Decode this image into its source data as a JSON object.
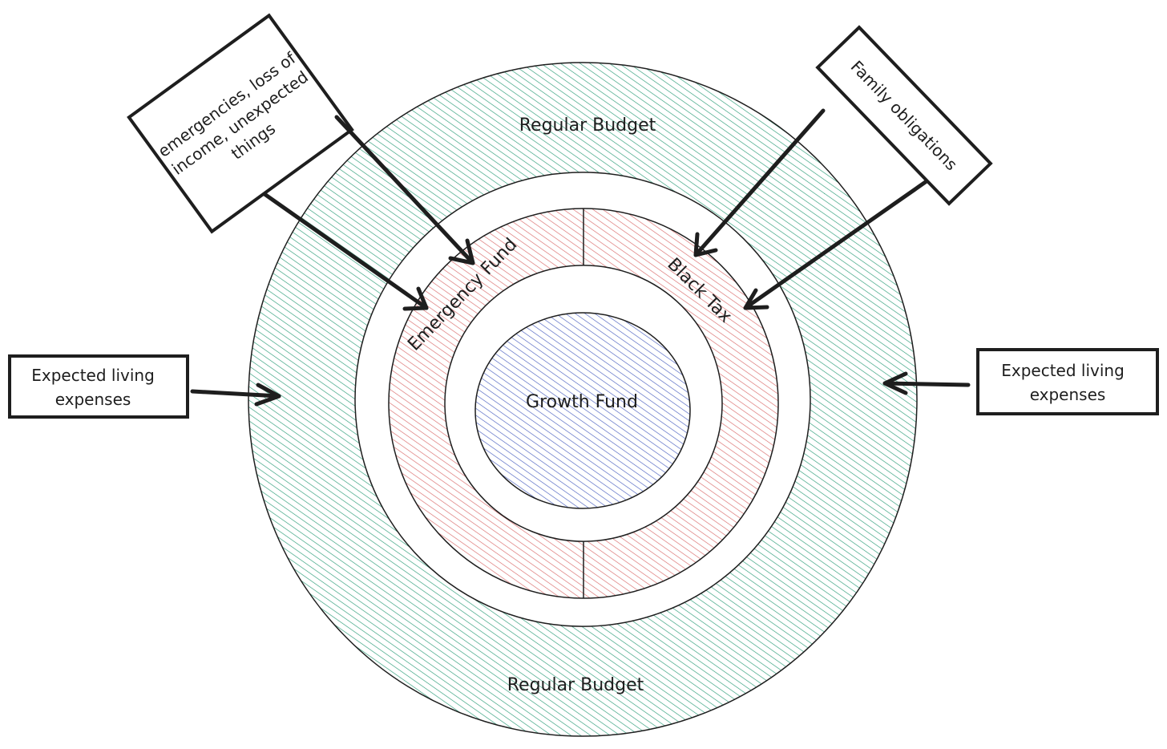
{
  "diagram": {
    "rings": {
      "outer": {
        "label_top": "Regular Budget",
        "label_bottom": "Regular Budget",
        "color": "#2b9c78"
      },
      "middle": {
        "left_label": "Emergency Fund",
        "right_label": "Black Tax",
        "color": "#d96a6a"
      },
      "inner": {
        "label": "Growth Fund",
        "color": "#4a5fc0"
      }
    },
    "callouts": {
      "emergencies": {
        "lines": [
          "emergencies, loss of",
          "income, unexpected",
          "things"
        ]
      },
      "family": {
        "lines": [
          "Family obligations"
        ]
      },
      "left_expenses": {
        "lines": [
          "Expected living",
          "expenses"
        ]
      },
      "right_expenses": {
        "lines": [
          "Expected living",
          "expenses"
        ]
      }
    },
    "stroke_color": "#1e1e1e"
  }
}
